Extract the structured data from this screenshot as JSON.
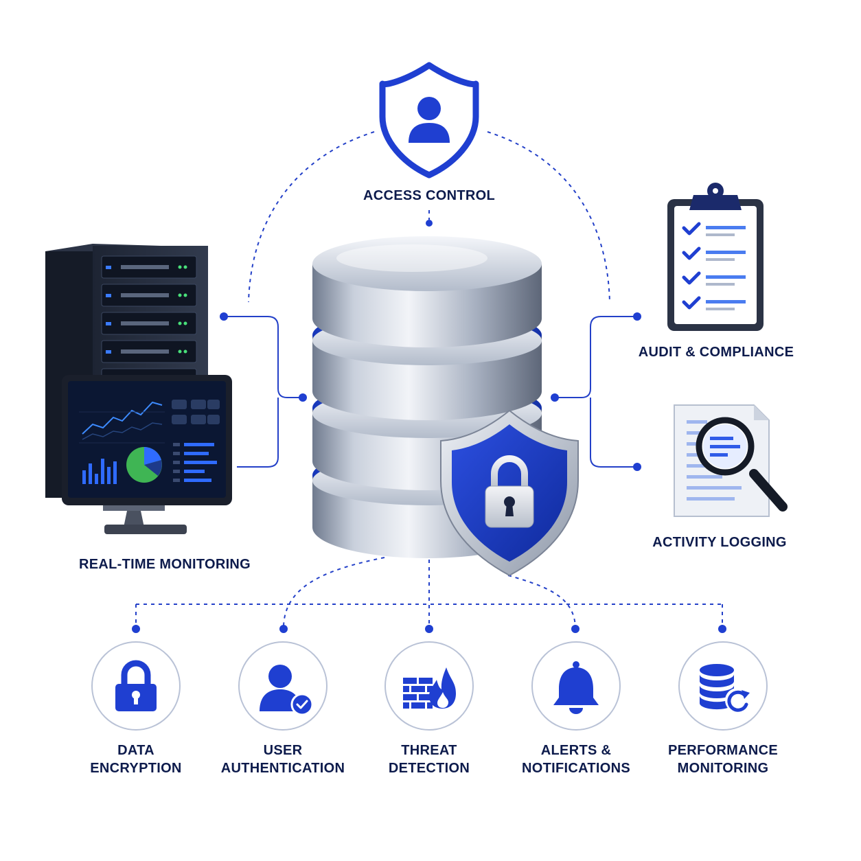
{
  "colors": {
    "accent": "#1f3fd1",
    "navy": "#0d1b4c",
    "connector": "#2340c8",
    "circle_border": "#b9c2d6"
  },
  "center": {
    "label": "",
    "icons": [
      "database-icon",
      "shield-lock-icon"
    ]
  },
  "top": {
    "label": "ACCESS CONTROL",
    "icon": "user-shield-icon"
  },
  "left": {
    "label": "REAL-TIME MONITORING",
    "icon": "server-monitor-icon"
  },
  "right": [
    {
      "label": "AUDIT & COMPLIANCE",
      "icon": "clipboard-checklist-icon"
    },
    {
      "label": "ACTIVITY LOGGING",
      "icon": "document-magnifier-icon"
    }
  ],
  "bottom": [
    {
      "line1": "DATA",
      "line2": "ENCRYPTION",
      "icon": "lock-icon"
    },
    {
      "line1": "USER",
      "line2": "AUTHENTICATION",
      "icon": "user-check-icon"
    },
    {
      "line1": "THREAT",
      "line2": "DETECTION",
      "icon": "firewall-fire-icon"
    },
    {
      "line1": "ALERTS &",
      "line2": "NOTIFICATIONS",
      "icon": "bell-icon"
    },
    {
      "line1": "PERFORMANCE",
      "line2": "MONITORING",
      "icon": "database-refresh-icon"
    }
  ]
}
